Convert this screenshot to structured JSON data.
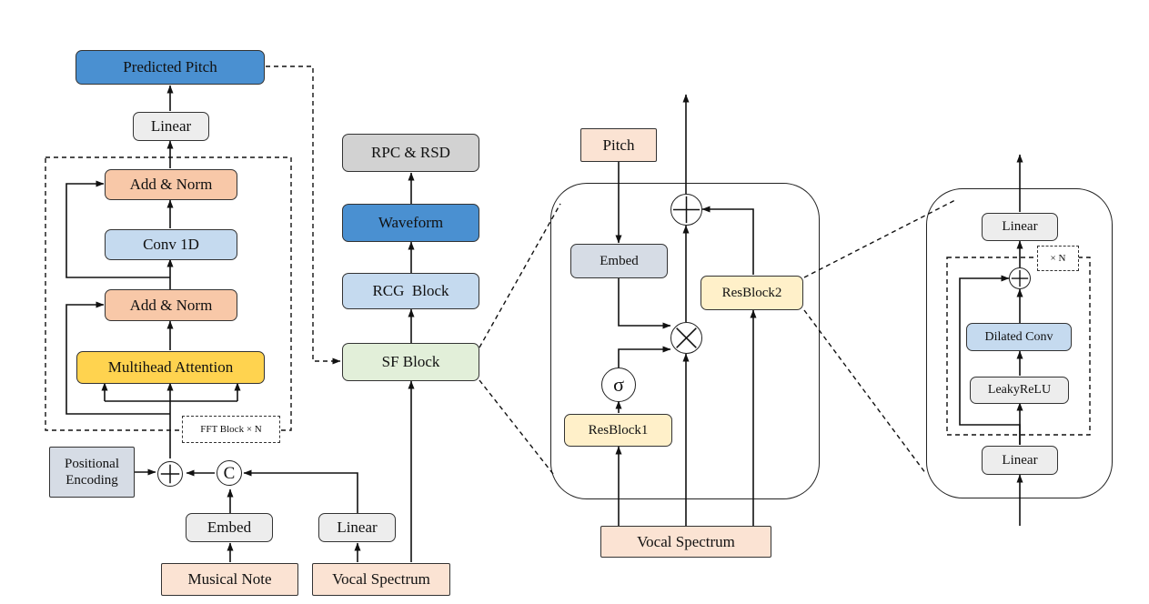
{
  "colors": {
    "blue_dark": "#4a90d1",
    "blue_light": "#c5daef",
    "salmon": "#f8c8a8",
    "peach": "#fbe3d3",
    "yellow": "#ffd34f",
    "cream": "#fff0c9",
    "gray": "#ededed",
    "gray_dark": "#d2d2d2",
    "slate": "#d6dce5",
    "panel_green": "#e2efd9",
    "panel_yellow": "#fdf1cf"
  },
  "acoustic": {
    "predicted_pitch": "Predicted Pitch",
    "linear_top": "Linear",
    "add_norm_top": "Add & Norm",
    "conv1d": "Conv 1D",
    "add_norm_bottom": "Add & Norm",
    "multihead_attention": "Multihead Attention",
    "fft_block_tag": "FFT Block × N",
    "positional_encoding": "Positional Encoding",
    "add_symbol": "+",
    "concat_symbol": "C",
    "embed": "Embed",
    "linear_bottom": "Linear",
    "musical_note": "Musical Note",
    "vocal_spectrum": "Vocal Spectrum"
  },
  "vocoder": {
    "rpc_rsd": "RPC & RSD",
    "waveform": "Waveform",
    "rcg_block": "RCG  Block",
    "sf_block": "SF Block",
    "vocal_spectrum": "Vocal Spectrum"
  },
  "sf_detail": {
    "pitch": "Pitch",
    "embed": "Embed",
    "sigma": "σ",
    "resblock1": "ResBlock1",
    "resblock2": "ResBlock2",
    "vocal_spectrum": "Vocal Spectrum"
  },
  "resblock_detail": {
    "linear_top": "Linear",
    "dilated_conv": "Dilated Conv",
    "leaky_relu": "LeakyReLU",
    "linear_bottom": "Linear",
    "repeat_tag": "× N"
  }
}
